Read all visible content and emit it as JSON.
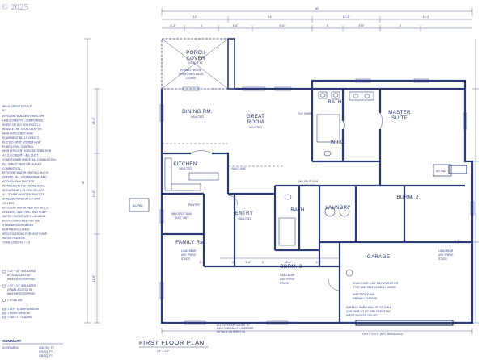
{
  "watermark": "© 2025",
  "plan_title": "FIRST FLOOR PLAN",
  "plan_scale": "1/4\" = 1'-0\"",
  "rooms": {
    "porch": {
      "name": "PORCH",
      "sub1": "COVER",
      "sub2": "14'-0\" X 11'",
      "note1": "PLAN-LP ROOF",
      "note2": "SHEATHING FACE",
      "note3": "DOWN"
    },
    "dining": {
      "name": "DINING RM.",
      "sub": "VAULTED"
    },
    "great": {
      "name": "GREAT",
      "name2": "ROOM",
      "sub": "VAULTED"
    },
    "bath1": {
      "name": "BATH"
    },
    "master": {
      "name": "MASTER",
      "name2": "SUITE"
    },
    "wic": {
      "name": "W.I.C."
    },
    "kitchen": {
      "name": "KITCHEN",
      "sub": "VAULTED"
    },
    "pantry": {
      "name": "PANTRY"
    },
    "entry": {
      "name": "ENTRY",
      "sub": "VAULTED"
    },
    "bath2": {
      "name": "BATH"
    },
    "laundry": {
      "name": "LAUNDRY"
    },
    "bdrm2": {
      "name": "BDRM. 2"
    },
    "family": {
      "name": "FAMILY RM."
    },
    "bdrm3": {
      "name": "BDRM. 3"
    },
    "garage": {
      "name": "GARAGE"
    }
  },
  "labels": {
    "tile_shwr": "TILE SHWR",
    "minisplit1": "MINI-SPLIT SLIM",
    "minisplit1b": "DUCT UNIT",
    "minisplit2": "MINI-SPLIT SLIM",
    "minisplit2b": "DUCT UNIT",
    "vault_line": "VAULT LINE",
    "load_bear1": "LOAD BEAR",
    "load_bear1b": "USE TRIPLE",
    "load_bear1c": "STUDS",
    "load_bear2": "LOAD BEAR",
    "load_bear2b": "USE TRIPLE",
    "load_bear2c": "STUDS",
    "load_bear3": "LOAD BEAR",
    "load_bear3b": "USE TRIPLE",
    "load_bear3c": "STUDS",
    "ac_pad1": "A/C PAD",
    "ac_pad2": "A/C PAD",
    "garage_door": "16' X 7' O.H.D. (MTL. INSULATED)",
    "garage_note1": "SOLID CORE 1-3/4\" MIN W/WEATHER",
    "garage_note1b": "STRIP AND SELF-CLOSING HINGES",
    "garage_note2": "SHEETROCK AND",
    "garage_note2b": "FIREWALL GARAGE",
    "garage_note3": "SURFACE WARM WALL IN 1/2\" G.W.B.",
    "garage_note3b": "CONTINUE TO 1/2\" FIRE RESISTANT",
    "garage_note3c": "SHEET ROCKED CEILING",
    "ext_note1": "ALL EXTERIOR DOORS TO",
    "ext_note2": "HAVE THRESHOLD SUPPORT",
    "ext_note3": "DETAIL 1 ON SHEET A4"
  },
  "dims": {
    "overall_top": "60'",
    "top_segments": [
      "12'",
      "14'",
      "12'-4\"",
      "15'-4\""
    ],
    "top_row2": [
      "4'-2\"",
      "6'",
      "4'-6\"",
      "9'-6\"",
      "5'",
      "4'-6\"",
      "4'"
    ],
    "left_overall": "42'",
    "left_segments": [
      "13'-4\"",
      "14'-0\"",
      "11'-8\""
    ],
    "bottom_segments": [
      "3'-4\"",
      "4'",
      "5'-8\"",
      "4'",
      "14'-6\"",
      "3'-2\"",
      "16'",
      "3'-2\""
    ]
  },
  "credits": {
    "title": "IRC/IY CREDITS TABLE",
    "subtitle": "B-2",
    "lines": [
      "EFFICIENT BUILDING ENVELOPE",
      "1A-B-3 CREDITS - COMPLIANCE",
      "SHEET OR SECTION R402.1.4",
      "REDUCE THE TOTAL UA BY 5%",
      "HIGH EFFICIENCY HVAC",
      "EQUIPMENT 3B (1.0 CREDIT)",
      "DUCTED SPLIT SYSTEM HEAT",
      "PUMP, 10 HVL CONTROL",
      "HIGH EFFICIENT HVAC DISTRIBUTION",
      "4-3 (1.0 CREDIT) - ALL DUCT",
      "CONDITIONED SPACE, ALL COMBUSTION",
      "EQ. DIRECT VENT OR SEALED",
      "COMBUSTION",
      "EFFICIENT WATER HEATING 5A (0.5",
      "CREDIT) - ALL SHOWERHEAD AND",
      "KITCHEN SINK FAUCETS",
      "INSTALLED IN THE HOUSE SHALL",
      "BE RATED AT 1.75 GPM OR LESS",
      "ALL OTHER LAVATORY FAUCETS",
      "SHALL BE RATED AT 1.0 GPM",
      "OR LESS",
      "EFFICIENT WATER HEATING 5B (1.5",
      "CREDITS) - ELECTRIC HEAT PUMP",
      "WATER HEATER WITH A MINIMUM",
      "EF OF 2.0 AND MEETING THE",
      "STANDARDS OF NEEA'S",
      "NORTHERN CLIMATE",
      "SPECIFICATIONS FOR HEAT PUMP",
      "WATER HEATERS",
      "TOTAL CREDITS = 4.5"
    ]
  },
  "windows_legend": [
    "= 22\" x 30\" INSULATED",
    "ATTIC ACCESS W/",
    "WEATHERSTRIPPING",
    "= 30\" x 24\" INSULATED",
    "CRAWL ACCESS W/",
    "WEATHERSTRIPPING",
    "= HOSE BIB",
    "= LEFT SLIDER WINDOW",
    "= FIXED WINDOW",
    "= SAFETY GLAZING"
  ],
  "summary": {
    "title": "SUMMARY",
    "rows": [
      {
        "label": "DOOR AREA",
        "value": "2240 SQ. FT."
      },
      {
        "label": "",
        "value": "576 SQ. FT."
      },
      {
        "label": "",
        "value": "138 SQ. FT."
      }
    ]
  }
}
